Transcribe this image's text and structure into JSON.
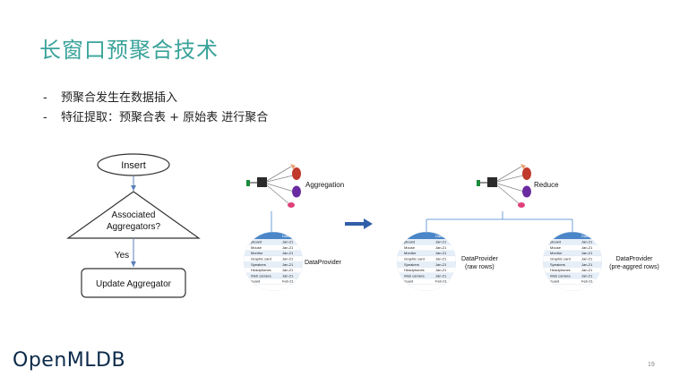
{
  "slide": {
    "title": "长窗口预聚合技术",
    "bullets": [
      "预聚合发生在数据插入",
      "特征提取：预聚合表 + 原始表 进行聚合"
    ],
    "page_number": "19",
    "logo_text": "OpenMLDB"
  },
  "flowchart": {
    "start": "Insert",
    "decision_line1": "Associated",
    "decision_line2": "Aggregators?",
    "yes_label": "Yes",
    "action": "Update Aggregator"
  },
  "left_diagram": {
    "operator_label": "Aggregation",
    "provider_label": "DataProvider",
    "table_header": "Date"
  },
  "right_diagram": {
    "operator_label": "Reduce",
    "provider_raw_line1": "DataProvider",
    "provider_raw_line2": "(raw rows)",
    "provider_pre_line1": "DataProvider",
    "provider_pre_line2": "(pre-aggred rows)"
  },
  "table_rows": [
    {
      "item": "yboard",
      "date": "Jan-21"
    },
    {
      "item": "Mouse",
      "date": "Jan-21"
    },
    {
      "item": "Monitor",
      "date": "Jan-21"
    },
    {
      "item": "Graphic card",
      "date": "Jan-21"
    },
    {
      "item": "Speakers",
      "date": "Jan-21"
    },
    {
      "item": "Headphones",
      "date": "Jan-21"
    },
    {
      "item": "Web camera",
      "date": "Jan-21"
    },
    {
      "item": "board",
      "date": "Feb-21"
    }
  ],
  "colors": {
    "accent": "#3aa39a",
    "table_header": "#4a86c8",
    "connector": "#6fa0d8",
    "arrow": "#2f5fa8",
    "fan_orange": "#e8a070",
    "fan_red": "#c0392b",
    "fan_purple": "#6a2aa0",
    "fan_pink": "#e0407a",
    "icon_green": "#1a8a3a"
  }
}
